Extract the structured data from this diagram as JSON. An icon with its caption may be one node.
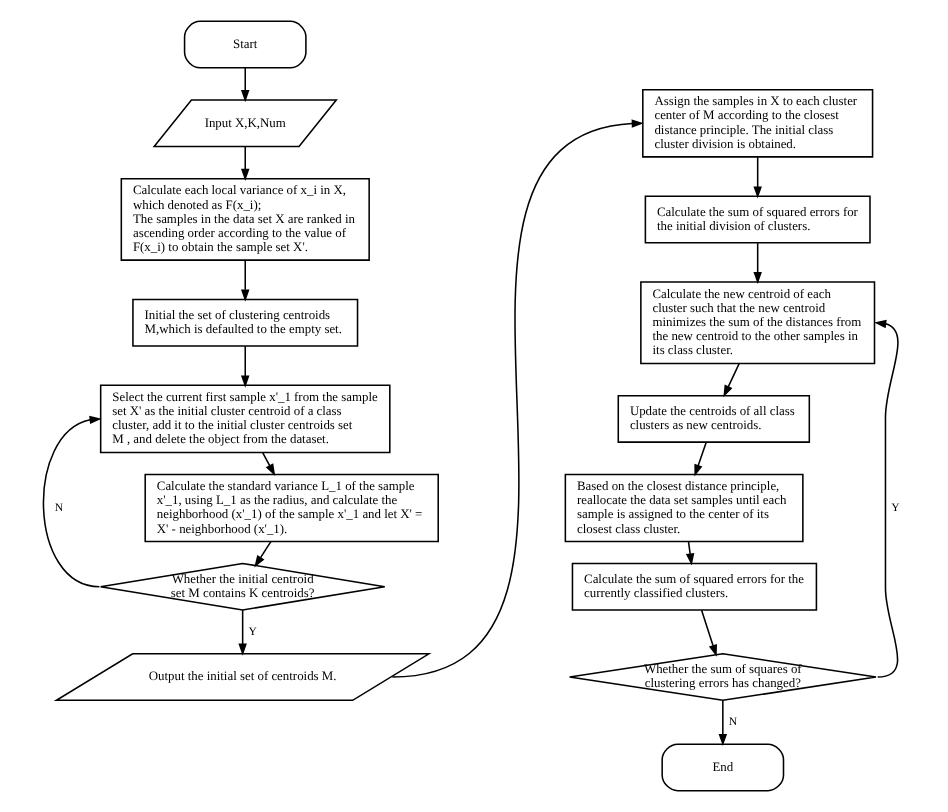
{
  "diagram": {
    "nodes": [
      {
        "text": [
          "Start"
        ]
      },
      {
        "text": [
          "Input X,K,Num"
        ]
      },
      {
        "text": [
          "Calculate each local variance of x_i in X, which denoted as F(x_i);",
          "The samples in the data set X are ranked in ascending order according to the value of F(x_i) to obtain the sample set X'."
        ]
      },
      {
        "text": [
          "Initial the set of clustering centroids M,which is defaulted to the empty set."
        ]
      },
      {
        "text": [
          "Select the current first sample x'_1 from the sample set X' as the initial cluster centroid of a class cluster, add it to the initial cluster centroids set M , and delete the object from the dataset."
        ]
      },
      {
        "text": [
          "Calculate the standard variance L_1 of the sample x'_1, using L_1 as the radius, and calculate the neighborhood (x'_1) of the sample x'_1 and let X' = X' - neighborhood (x'_1)."
        ]
      },
      {
        "text": [
          "Whether the initial centroid set M contains K centroids?"
        ]
      },
      {
        "text": [
          "Output the initial set of centroids M."
        ]
      },
      {
        "text": [
          "Assign the samples in X to each cluster center of M according to the closest distance principle. The initial class cluster division is obtained."
        ]
      },
      {
        "text": [
          "Calculate the sum of squared errors for the initial division of clusters."
        ]
      },
      {
        "text": [
          "Calculate the new centroid of each cluster such that the new centroid minimizes the sum of the distances from the new centroid to the other samples in its class cluster."
        ]
      },
      {
        "text": [
          "Update the centroids of all class clusters as new centroids."
        ]
      },
      {
        "text": [
          "Based on the closest distance principle, reallocate the data set samples until each sample is assigned to the center of its closest class cluster."
        ]
      },
      {
        "text": [
          "Calculate the sum of squared errors for the currently classified clusters."
        ]
      },
      {
        "text": [
          "Whether the sum of squares of clustering errors has changed?"
        ]
      },
      {
        "text": [
          "End"
        ]
      }
    ],
    "edges": [
      {
        "from": 0,
        "to": 1,
        "arrow": "to"
      },
      {
        "from": 1,
        "to": 2,
        "arrow": "to"
      },
      {
        "from": 2,
        "to": 3,
        "arrow": "to"
      },
      {
        "from": 3,
        "to": 4,
        "arrow": "to"
      },
      {
        "from": 4,
        "to": 5,
        "arrow": "to"
      },
      {
        "from": 5,
        "to": 6,
        "arrow": "to"
      },
      {
        "from": 6,
        "to": 4,
        "arrow": "to",
        "label": "N"
      },
      {
        "from": 6,
        "to": 7,
        "arrow": "to",
        "label": "Y"
      },
      {
        "from": 7,
        "to": 8,
        "arrow": "to"
      },
      {
        "from": 8,
        "to": 9,
        "arrow": "to"
      },
      {
        "from": 9,
        "to": 10,
        "arrow": "to"
      },
      {
        "from": 10,
        "to": 11,
        "arrow": "to"
      },
      {
        "from": 11,
        "to": 12,
        "arrow": "to"
      },
      {
        "from": 12,
        "to": 13,
        "arrow": "to"
      },
      {
        "from": 13,
        "to": 14,
        "arrow": "to"
      },
      {
        "from": 14,
        "to": 10,
        "arrow": "to",
        "label": "Y"
      },
      {
        "from": 14,
        "to": 15,
        "arrow": "to",
        "label": "N"
      }
    ]
  }
}
